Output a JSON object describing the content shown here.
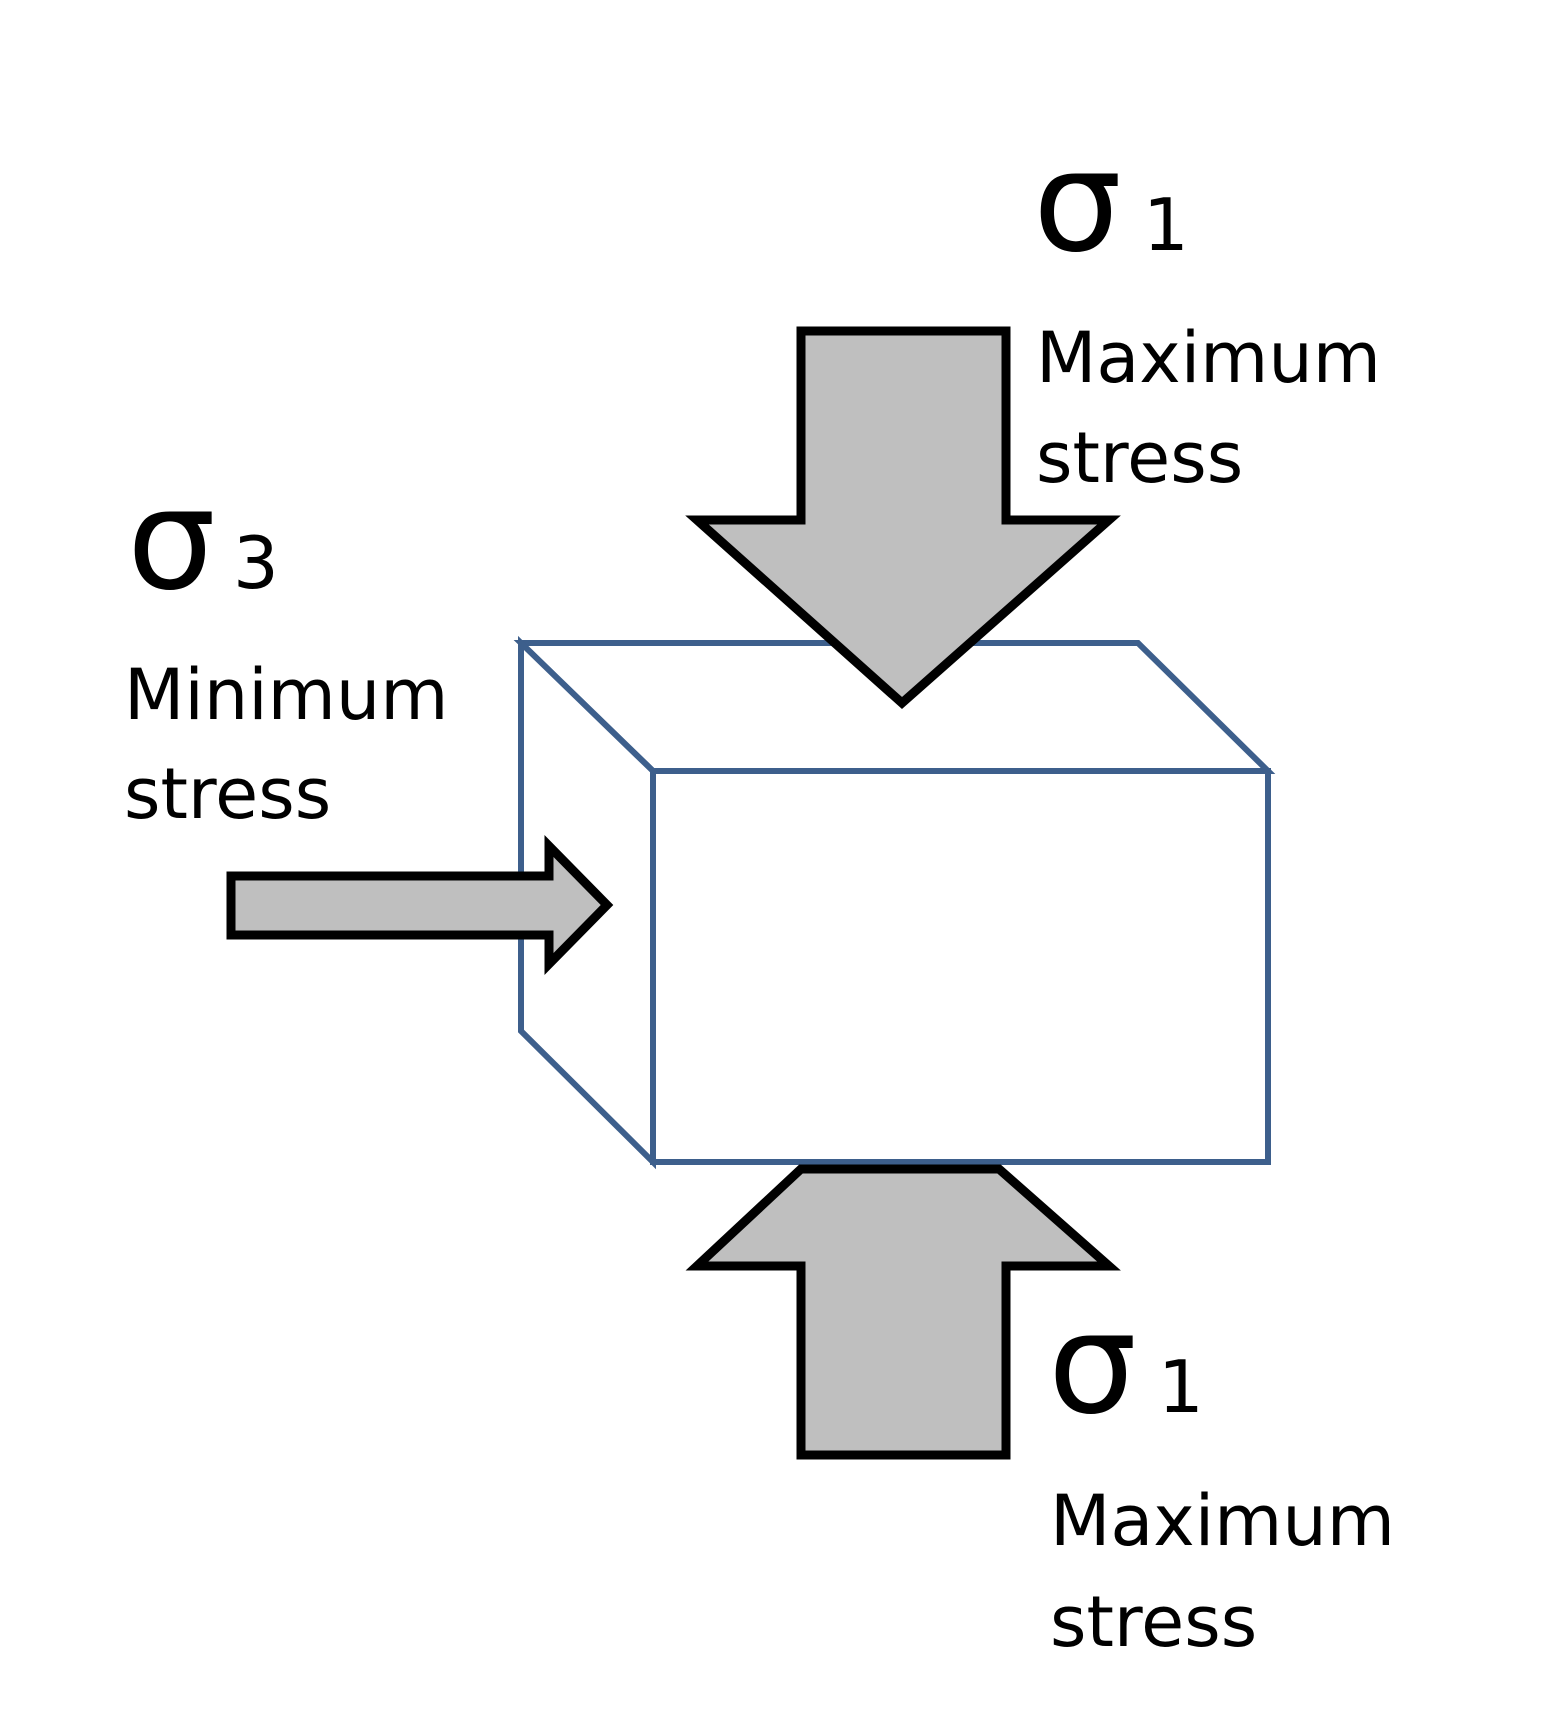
{
  "colors": {
    "box_stroke": "#3d5f8c",
    "arrow_fill": "#bfbfbf",
    "arrow_stroke": "#000000",
    "text": "#000000"
  },
  "labels": {
    "sigma1_top": {
      "symbol": "σ",
      "subscript": "1",
      "line1": "Maximum",
      "line2": "stress"
    },
    "sigma3_left": {
      "symbol": "σ",
      "subscript": "3",
      "line1": "Minimum",
      "line2": "stress"
    },
    "sigma1_bottom": {
      "symbol": "σ",
      "subscript": "1",
      "line1": "Maximum",
      "line2": "stress"
    }
  },
  "arrows": {
    "top": {
      "direction": "down",
      "meaning": "compressive"
    },
    "left": {
      "direction": "right",
      "meaning": "compressive"
    },
    "bottom": {
      "direction": "up",
      "meaning": "compressive"
    }
  }
}
